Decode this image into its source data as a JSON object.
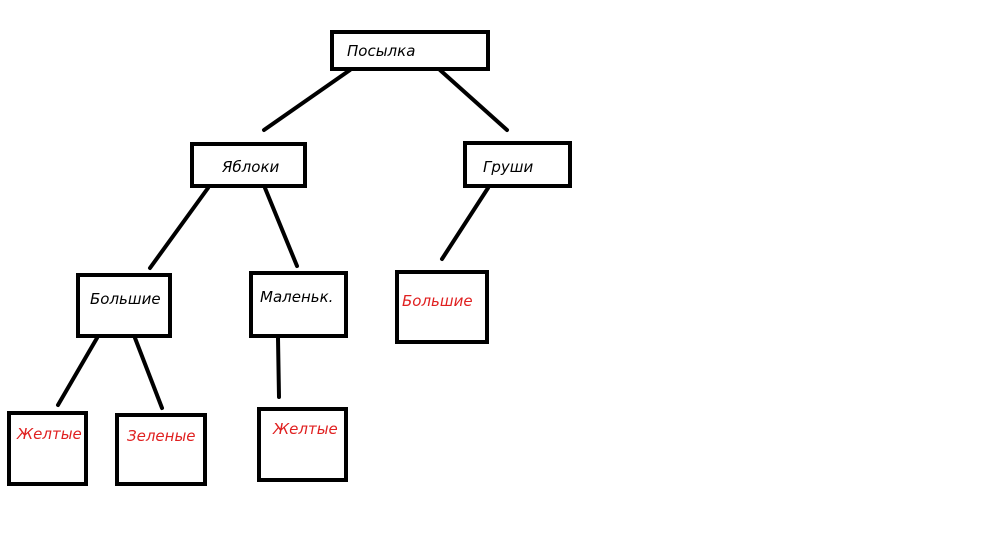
{
  "colors": {
    "line": "#000000",
    "text_black": "#000000",
    "text_red": "#e02020"
  },
  "nodes": {
    "root": "Посылка",
    "apples": "Яблоки",
    "pears": "Груши",
    "apples_big": "Большие",
    "apples_small": "Маленьк.",
    "pears_big": "Большие",
    "apples_big_yellow": "Желтые",
    "apples_big_green": "Зеленые",
    "apples_small_yellow": "Желтые"
  }
}
